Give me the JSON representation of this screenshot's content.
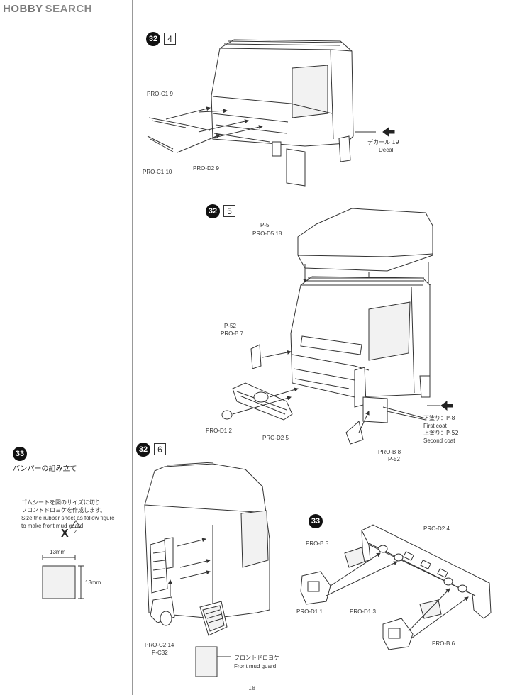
{
  "watermark": {
    "brand": "HOBBY",
    "product": "SEARCH"
  },
  "steps": {
    "s32_4": {
      "num": "32",
      "sub": "4"
    },
    "s32_5": {
      "num": "32",
      "sub": "5"
    },
    "s32_6": {
      "num": "32",
      "sub": "6"
    },
    "s33": {
      "num": "33"
    },
    "s33_small": {
      "num": "33"
    }
  },
  "step4": {
    "pro_c1_top": "PRO-C1",
    "pro_c1_top_n": "9",
    "pro_c1_bottom": "PRO-C1",
    "pro_c1_bottom_n": "10",
    "pro_d2": "PRO-D2",
    "pro_d2_n": "9",
    "decal_jp": "デカール",
    "decal_jp_n": "19",
    "decal_en": "Decal"
  },
  "step5": {
    "p5": "P-",
    "p5_n": "5",
    "pro_d5": "PRO-D5",
    "pro_d5_n": "18",
    "p52": "P-",
    "p52_n": "52",
    "pro_b": "PRO-B",
    "pro_b_n": "7",
    "pro_d1": "PRO-D1",
    "pro_d1_n": "2",
    "pro_d2": "PRO-D2",
    "pro_d2_n": "5",
    "first_jp": "下塗り：P-",
    "first_jp_n": "8",
    "first_en": "First coat",
    "second_jp": "上塗り：P-",
    "second_jp_n": "52",
    "second_en": "Second coat",
    "pro_b8": "PRO-B",
    "pro_b8_n": "8",
    "p52b": "P-",
    "p52b_n": "52"
  },
  "step6": {
    "pro_c2": "PRO-C2",
    "pro_c2_n": "14",
    "pc": "P-C",
    "pc_n": "32",
    "mud_jp": "フロントドロヨケ",
    "mud_en": "Front mud guard"
  },
  "sec33": {
    "title": "バンパーの組み立て",
    "note_jp1": "ゴムシートを図のサイズに切り",
    "note_jp2": "フロントドロヨケを作成します。",
    "note_en1": "Size the rubber sheet as follow figure",
    "note_en2": "to make front mud guard",
    "x_mark": "X",
    "x_n": "2",
    "dim_w": "13mm",
    "dim_h": "13mm"
  },
  "bumper": {
    "pro_b5": "PRO-B",
    "pro_b5_n": "5",
    "pro_d2": "PRO-D2",
    "pro_d2_n": "4",
    "pro_d1_1": "PRO-D1",
    "pro_d1_1_n": "1",
    "pro_d1_3": "PRO-D1",
    "pro_d1_3_n": "3",
    "pro_b6": "PRO-B",
    "pro_b6_n": "6"
  },
  "page_number": "18"
}
